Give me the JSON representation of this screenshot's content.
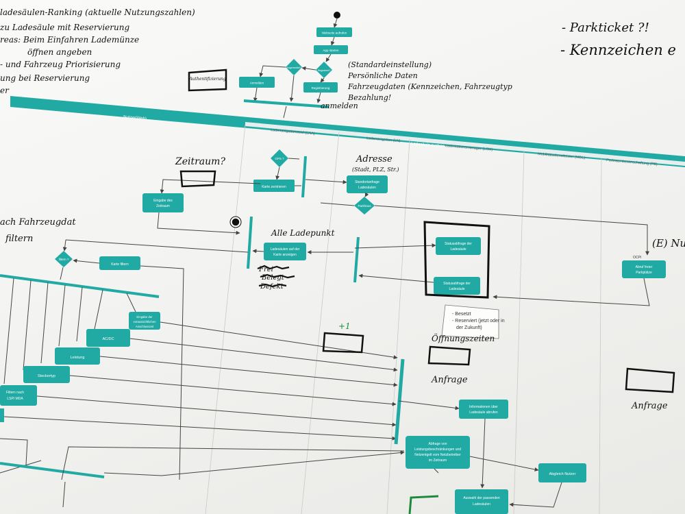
{
  "handwriting": {
    "top_left_1": "ladesäulen-Ranking (aktuelle Nutzungszahlen)",
    "top_left_2": "zu Ladesäule mit Reservierung",
    "top_left_3": "reas: Beim Einfahren Lademünze",
    "top_left_4": "öffnen angeben",
    "top_left_5": "- und Fahrzeug Priorisierung",
    "top_left_6": "ung bei Reservierung",
    "top_left_7": "er",
    "top_right_1": "- Parkticket ?!",
    "top_right_2": "- Kennzeichen e",
    "auth_box": "Authentifizierung",
    "data_list_1": "(Standardeinstellung)",
    "data_list_2": "Persönliche Daten",
    "data_list_3": "Fahrzeugdaten (Kennzeichen, Fahrzeugtyp",
    "data_list_4": "Bezahlung!",
    "anmelden": "anmelden",
    "zeitraum": "Zeitraum?",
    "adresse": "Adresse",
    "adresse_sub": "(Stadt, PLZ, Str.)",
    "alle_ladepunkt": "Alle Ladepunkt",
    "scribble_1": "Frei",
    "scribble_2": "Belegt",
    "scribble_3": "Defekt",
    "fahrzeug_filter_1": "ach Fahrzeugdat",
    "fahrzeug_filter_2": "filtern",
    "e_nutzer": "(E) Nut",
    "plus_one": "+1",
    "oeffnungszeiten": "Öffnungszeiten",
    "anfrage_1": "Anfrage",
    "anfrage_2": "Anfrage"
  },
  "diagram": {
    "top_boxes": {
      "website": "Webseite aufrufen",
      "app": "App starten",
      "anmelden": "Anmelden",
      "registrierung": "Registrierung",
      "decision_left": "Angemeldet?",
      "decision_right": "Registriert?"
    },
    "lanes": {
      "nutzer": "Nutzer(Web)",
      "lademanagement": "Ladenavigationstool (LNA)",
      "ladesaeule_suchen": "Ladesäule suchen",
      "ladenavigation": "Ladenavigation (LN)",
      "ladestation_manager": "Ladestationsmanager (LSM)",
      "mobilitaet": "Mobilitätsdienstleister (MDL)",
      "parkraum": "Parkraumbewirtschaftung (PB)"
    },
    "boxes": {
      "karte_zentrieren": "Karte zentrieren",
      "gps": "GPS ?",
      "standort_anfrage_1": "Standortanfrage",
      "standort_anfrage_2": "Ladesäulen",
      "eingabe_zeitraum_1": "Eingabe des",
      "eingabe_zeitraum_2": "Zeitraum",
      "parkhaus": "Parkhaus",
      "statusabfrage_1_line1": "Statusabfrage der",
      "statusabfrage_1_line2": "Ladesäule",
      "statusabfrage_2_line1": "Statusabfrage der",
      "statusabfrage_2_line2": "Ladesäule",
      "ladesaeulen_karte_1": "Ladesäulen auf der",
      "ladesaeulen_karte_2": "Karte anzeigen",
      "abruf_parkplaetze_1": "Abruf freier",
      "abruf_parkplaetze_2": "Parkplätze",
      "ocpi": "OCPI",
      "filtern": "filtern ?",
      "karte_filtern": "Karte filtern",
      "eingabe_anschlusszeit_1": "Eingabe der",
      "eingabe_anschlusszeit_2": "voraussichtlichen",
      "eingabe_anschlusszeit_3": "Anschlusszeit",
      "ac_dc": "AC/DC",
      "leistung": "Leistung",
      "steckertyp": "Steckertyp",
      "filtern_lsp_1": "Filtern nach",
      "filtern_lsp_2": "LSP/ MDA",
      "informationen_1": "Informationen über",
      "informationen_2": "Ladesäule abrufen",
      "anfrage_netz_1": "Abfrage von",
      "anfrage_netz_2": "Leistungsbeschränkungen und",
      "anfrage_netz_3": "Netzentgelt vom Netzbetreiber",
      "anfrage_netz_4": "im Zeitraum",
      "abgleich_nutzer": "Abgleich Nutzer",
      "auswahl_1": "Auswahl der passenden",
      "auswahl_2": "Ladesäulen"
    },
    "note": {
      "line1": "- Besetzt",
      "line2": "- Reserviert (jetzt oder in",
      "line3": "der Zukunft)"
    }
  },
  "colors": {
    "teal": "#21a9a3",
    "teal_dark": "#168c87",
    "ink": "#111111",
    "green_marker": "#1b8a3a",
    "paper": "#f7f7f5"
  }
}
